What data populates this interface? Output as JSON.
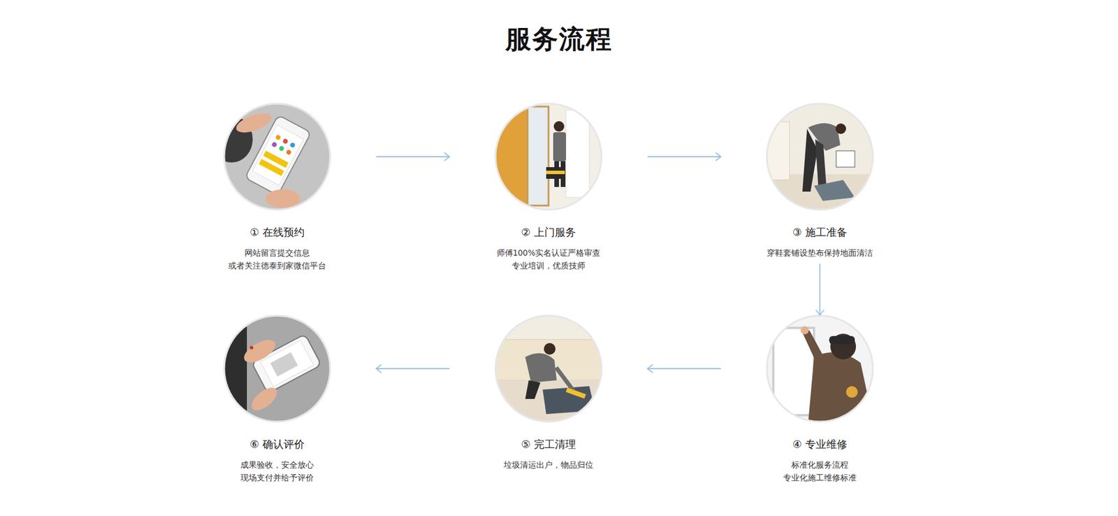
{
  "diagram": {
    "title": "服务流程",
    "nodes": [
      {
        "text": [
          "① 在线预约",
          "网站留言提交信息 或者关注德泰到家微信平台"
        ]
      },
      {
        "text": [
          "② 上门服务",
          "师傅100%实名认证严格审查 专业培训，优质技师"
        ]
      },
      {
        "text": [
          "③ 施工准备",
          "穿鞋套铺设垫布保持地面清洁"
        ]
      },
      {
        "text": [
          "④ 专业维修",
          "标准化服务流程 专业化施工维修标准"
        ]
      },
      {
        "text": [
          "⑤ 完工清理",
          "垃圾清运出户，物品归位"
        ]
      },
      {
        "text": [
          "⑥ 确认评价",
          "成果验收，安全放心 现场支付并给予评价"
        ]
      }
    ],
    "edges": [
      {
        "from": 0,
        "to": 1,
        "arrow": "to"
      },
      {
        "from": 1,
        "to": 2,
        "arrow": "to"
      },
      {
        "from": 2,
        "to": 3,
        "arrow": "to"
      },
      {
        "from": 3,
        "to": 4,
        "arrow": "to"
      },
      {
        "from": 4,
        "to": 5,
        "arrow": "to"
      }
    ]
  }
}
